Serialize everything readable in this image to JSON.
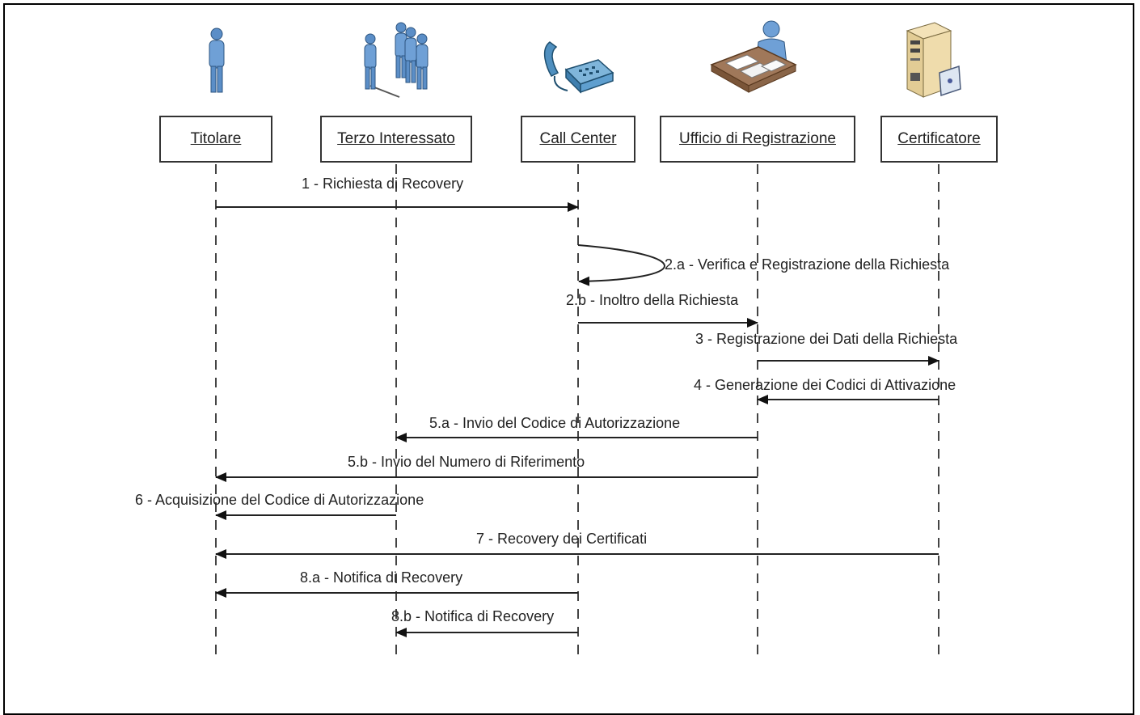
{
  "actors": [
    {
      "id": "titolare",
      "label": "Titolare",
      "icon": "person-icon"
    },
    {
      "id": "terzo",
      "label": "Terzo Interessato",
      "icon": "group-icon"
    },
    {
      "id": "callcenter",
      "label": "Call Center",
      "icon": "telephone-icon"
    },
    {
      "id": "ufficio",
      "label": "Ufficio di Registrazione",
      "icon": "desk-worker-icon"
    },
    {
      "id": "certificatore",
      "label": "Certificatore",
      "icon": "server-icon"
    }
  ],
  "messages": [
    {
      "label": "1 - Richiesta di Recovery",
      "from": "titolare",
      "to": "callcenter"
    },
    {
      "label": "2.a - Verifica e Registrazione della Richiesta",
      "from": "callcenter",
      "to": "callcenter",
      "self": true
    },
    {
      "label": "2.b - Inoltro della Richiesta",
      "from": "callcenter",
      "to": "ufficio"
    },
    {
      "label": "3 - Registrazione dei Dati della Richiesta",
      "from": "ufficio",
      "to": "certificatore"
    },
    {
      "label": "4 - Generazione dei Codici di Attivazione",
      "from": "certificatore",
      "to": "ufficio"
    },
    {
      "label": "5.a - Invio del Codice di Autorizzazione",
      "from": "ufficio",
      "to": "terzo"
    },
    {
      "label": "5.b - Invio del Numero di Riferimento",
      "from": "ufficio",
      "to": "titolare"
    },
    {
      "label": "6 - Acquisizione del Codice di Autorizzazione",
      "from": "terzo",
      "to": "titolare"
    },
    {
      "label": "7 - Recovery dei Certificati",
      "from": "certificatore",
      "to": "titolare"
    },
    {
      "label": "8.a - Notifica di Recovery",
      "from": "callcenter",
      "to": "titolare"
    },
    {
      "label": "8.b - Notifica di Recovery",
      "from": "callcenter",
      "to": "terzo"
    }
  ]
}
